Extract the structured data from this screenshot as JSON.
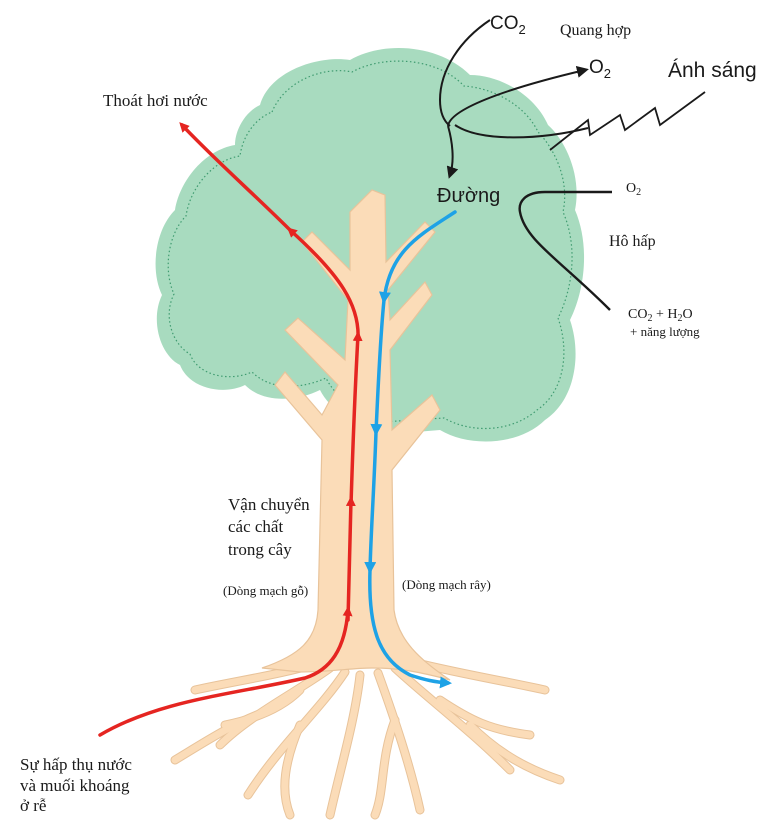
{
  "labels": {
    "co2_top": "CO",
    "co2_sub": "2",
    "photosynthesis": "Quang hợp",
    "o2_top": "O",
    "o2_sub": "2",
    "sunlight": "Ánh sáng",
    "transpiration": "Thoát hơi nước",
    "sugar": "Đường",
    "o2_right": "O",
    "o2_right_sub": "2",
    "respiration": "Hô hấp",
    "resp_prod_1": "CO",
    "resp_prod_1_sub": "2",
    "resp_prod_2": " + H",
    "resp_prod_2_sub": "2",
    "resp_prod_3": "O",
    "resp_energy": "+ năng lượng",
    "transport_1": "Vận chuyển",
    "transport_2": "các chất",
    "transport_3": "trong cây",
    "xylem": "(Dòng mạch gỗ)",
    "phloem": "(Dòng mạch rây)",
    "absorb_1": "Sự hấp thụ nước",
    "absorb_2": "và muối khoáng",
    "absorb_3": "ở rễ"
  },
  "colors": {
    "canopy": "#a8dbbf",
    "canopy_dots": "#3f9b70",
    "trunk": "#fbdcb8",
    "trunk_edge": "#e8c39a",
    "xylem": "#e52521",
    "phloem": "#1ea2e6",
    "ink": "#1a1a1a"
  }
}
